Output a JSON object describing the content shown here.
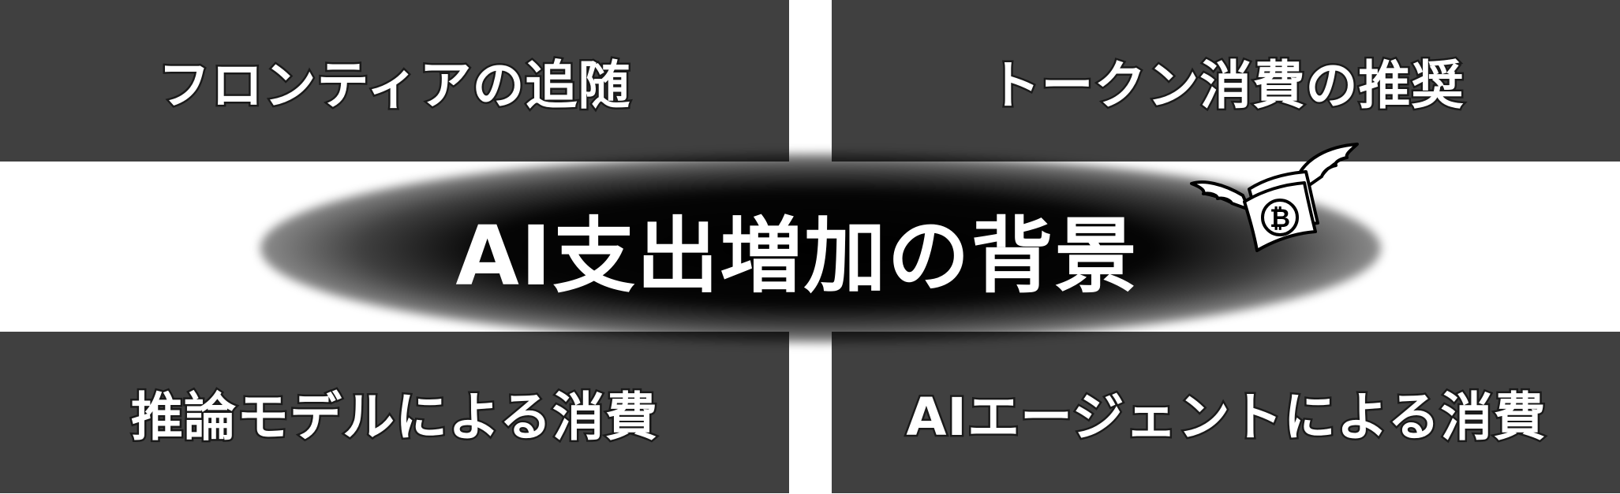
{
  "diagram": {
    "center_title": "AI支出増加の背景",
    "boxes": {
      "top_left": "フロンティアの追随",
      "top_right": "トークン消費の推奨",
      "bottom_left": "推論モデルによる消費",
      "bottom_right": "AIエージェントによる消費"
    },
    "icon": "flying-bitcoin-money-icon",
    "colors": {
      "box_bg": "#404040",
      "text": "#ffffff",
      "glow": "#000000"
    }
  }
}
